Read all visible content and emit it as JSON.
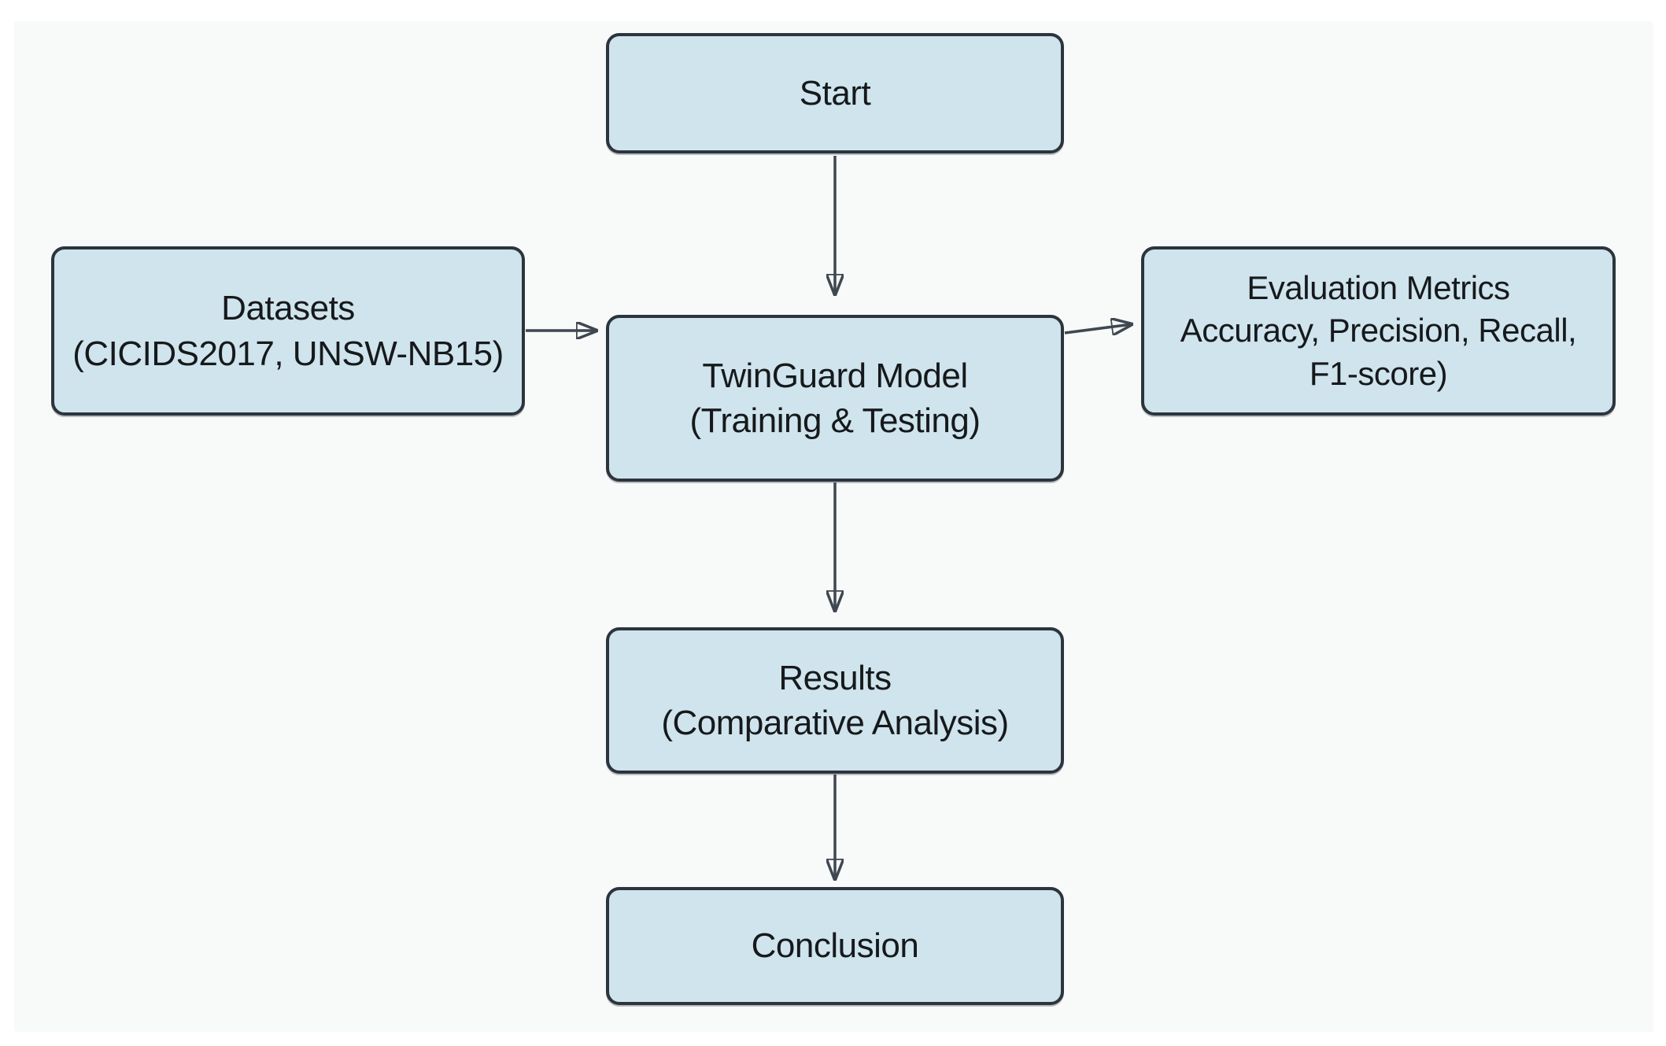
{
  "diagram": {
    "type": "flowchart",
    "colors": {
      "page-bg": "#ffffff",
      "panel-bg": "#f8f9f9",
      "node-fill": "#cfe4ec",
      "node-border": "#2c343d",
      "arrow-color": "#3f4750",
      "text-color": "#16191c"
    },
    "nodes": {
      "start": {
        "lines": [
          "Start"
        ]
      },
      "datasets": {
        "lines": [
          "Datasets",
          "(CICIDS2017, UNSW-NB15)"
        ]
      },
      "twinguard": {
        "lines": [
          "TwinGuard Model",
          "(Training & Testing)"
        ]
      },
      "evaluation": {
        "lines": [
          "Evaluation Metrics",
          "Accuracy, Precision, Recall,",
          "F1-score)"
        ]
      },
      "results": {
        "lines": [
          "Results",
          "(Comparative Analysis)"
        ]
      },
      "conclusion": {
        "lines": [
          "Conclusion"
        ]
      }
    },
    "edges": [
      {
        "from": "start",
        "to": "twinguard"
      },
      {
        "from": "datasets",
        "to": "twinguard"
      },
      {
        "from": "twinguard",
        "to": "evaluation"
      },
      {
        "from": "twinguard",
        "to": "results"
      },
      {
        "from": "results",
        "to": "conclusion"
      }
    ]
  }
}
